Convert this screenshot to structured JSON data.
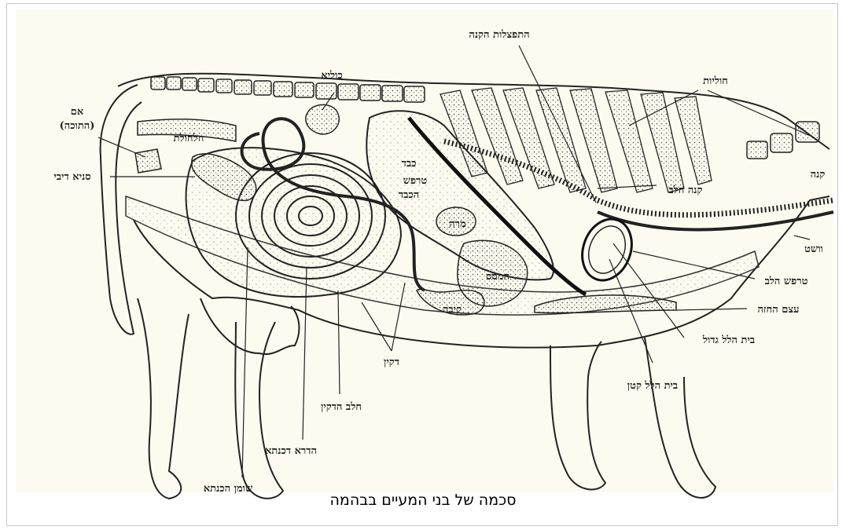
{
  "labels": {
    "hitpatzlut_hakane": "התפצלות הקנה",
    "kolya": "כוליא",
    "chuliyot": "חוליות",
    "em": "אם",
    "hatukha": "(התוכה)",
    "chalchulet": "חלחולת",
    "kaved": "כבד",
    "trafash_hakaved_1": "טרפש",
    "trafash_hakaved_2": "הכבד",
    "kane_halev": "קנה הלב",
    "kane": "קנה",
    "sania_divei": "סניא דיבי",
    "mara": "מרה",
    "veshet": "וושט",
    "hamses": "המסס",
    "trafash_halev": "טרפש הלב",
    "kiva": "קיבה",
    "etzem_hechaze": "עצם החזה",
    "beit_hallel_gadol": "בית הלל גדול",
    "dakin": "דקין",
    "beit_hallel_katan": "בית הלל קטן",
    "chelev_hadakin": "חלב הדקין",
    "hadra_dekanta": "הדרא דכנתא",
    "shuman_hakanta": "שומן הכנתא"
  },
  "caption": "סכמה של בני המעיים בבהמה"
}
